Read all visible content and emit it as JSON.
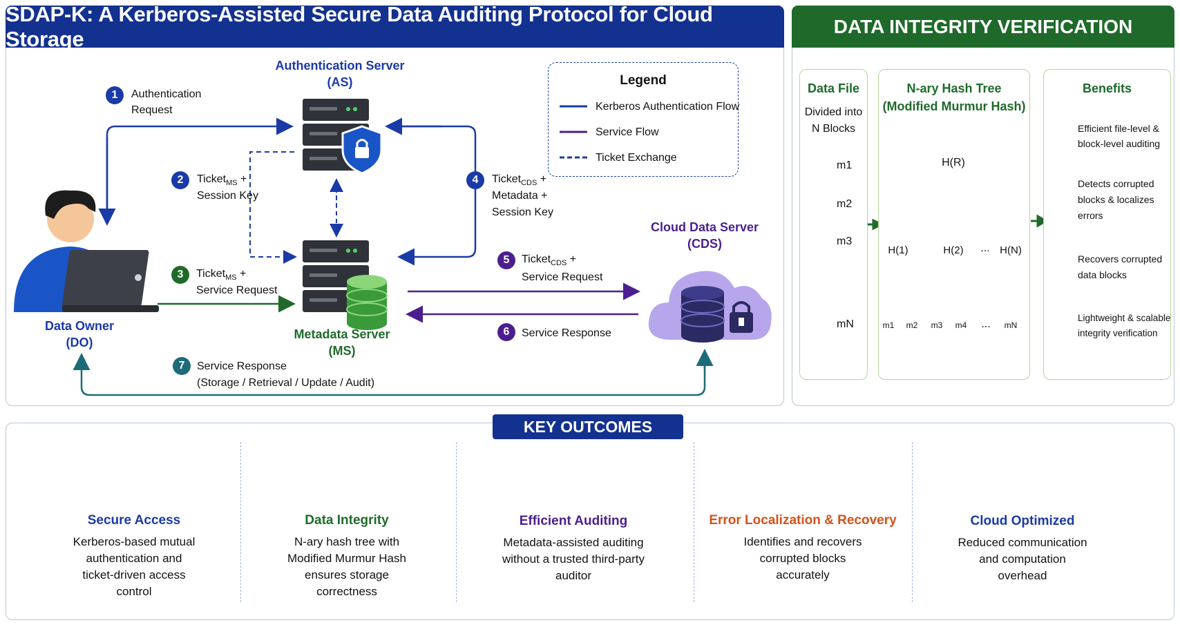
{
  "header": {
    "title": "SDAP-K: A Kerberos-Assisted Secure Data Auditing Protocol for Cloud Storage",
    "right_title": "DATA INTEGRITY VERIFICATION"
  },
  "nodes": {
    "as": {
      "line1": "Authentication Server",
      "line2": "(AS)"
    },
    "ms": {
      "line1": "Metadata Server",
      "line2": "(MS)"
    },
    "cds": {
      "line1": "Cloud Data Server",
      "line2": "(CDS)"
    },
    "do": {
      "line1": "Data Owner",
      "line2": "(DO)"
    }
  },
  "steps": [
    {
      "num": "1",
      "line1": "Authentication",
      "line2": "Request"
    },
    {
      "num": "2",
      "line1": "Ticket",
      "sub": "MS",
      "tail": " +",
      "line2": "Session Key"
    },
    {
      "num": "3",
      "line1": "Ticket",
      "sub": "MS",
      "tail": " +",
      "line2": "Service Request"
    },
    {
      "num": "4",
      "line1": "Ticket",
      "sub": "CDS",
      "tail": " +",
      "line2": "Metadata +",
      "line3": "Session Key"
    },
    {
      "num": "5",
      "line1": "Ticket",
      "sub": "CDS",
      "tail": " +",
      "line2": "Service Request"
    },
    {
      "num": "6",
      "line1": "Service Response"
    },
    {
      "num": "7",
      "line1": "Service Response",
      "line2": "(Storage / Retrieval / Update / Audit)"
    }
  ],
  "legend": {
    "title": "Legend",
    "items": [
      {
        "label": "Kerberos Authentication Flow",
        "color": "#1a3aa8"
      },
      {
        "label": "Service Flow",
        "color": "#4b1e8f"
      },
      {
        "label": "Ticket Exchange",
        "color": "#1a3aa8"
      }
    ]
  },
  "integrity": {
    "data_file": {
      "title": "Data File",
      "desc1": "Divided into",
      "desc2": "N Blocks",
      "blocks": [
        "m1",
        "m2",
        "m3",
        "mN"
      ]
    },
    "hash_tree": {
      "title1": "N-ary Hash Tree",
      "title2": "(Modified Murmur Hash)",
      "root": "H(R)",
      "mid": [
        "H(1)",
        "H(2)",
        "H(N)"
      ],
      "dots": "...",
      "leaves": [
        "m1",
        "m2",
        "m3",
        "m4",
        "mN"
      ]
    },
    "benefits": {
      "title": "Benefits",
      "items": [
        {
          "l1": "Efficient file-level &",
          "l2": "block-level auditing",
          "icon": "shield-check-icon"
        },
        {
          "l1": "Detects corrupted",
          "l2": "blocks & localizes",
          "l3": "errors",
          "icon": "magnifier-icon"
        },
        {
          "l1": "Recovers corrupted",
          "l2": "data blocks",
          "icon": "refresh-icon"
        },
        {
          "l1": "Lightweight & scalable",
          "l2": "integrity verification",
          "icon": "hash-icon"
        }
      ]
    }
  },
  "outcomes": {
    "title": "KEY OUTCOMES",
    "items": [
      {
        "title": "Secure Access",
        "l1": "Kerberos-based mutual",
        "l2": "authentication and",
        "l3": "ticket-driven access",
        "l4": "control",
        "color": "#1a3aa8"
      },
      {
        "title": "Data Integrity",
        "l1": "N-ary hash tree with",
        "l2": "Modified Murmur Hash",
        "l3": "ensures storage",
        "l4": "correctness",
        "color": "#1f6a2a"
      },
      {
        "title": "Efficient Auditing",
        "l1": "Metadata-assisted auditing",
        "l2": "without a trusted third-party",
        "l3": "auditor",
        "color": "#4b1e8f"
      },
      {
        "title": "Error Localization & Recovery",
        "l1": "Identifies and recovers",
        "l2": "corrupted blocks",
        "l3": "accurately",
        "color": "#d4521a"
      },
      {
        "title": "Cloud Optimized",
        "l1": "Reduced communication",
        "l2": "and computation",
        "l3": "overhead",
        "color": "#1a3aa8"
      }
    ]
  }
}
